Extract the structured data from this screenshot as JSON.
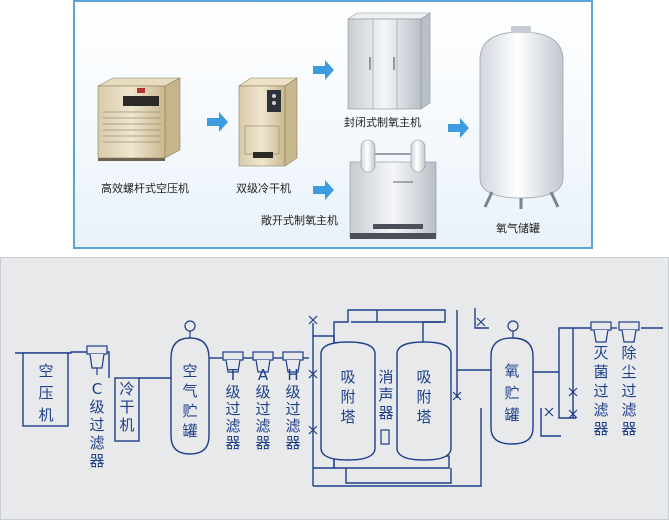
{
  "top": {
    "equipment": [
      {
        "key": "compressor",
        "label": "高效螺杆式空压机"
      },
      {
        "key": "dryer",
        "label": "双级冷干机"
      },
      {
        "key": "closed_host",
        "label": "封闭式制氧主机"
      },
      {
        "key": "open_host",
        "label": "敞开式制氧主机"
      },
      {
        "key": "tank",
        "label": "氧气储罐"
      }
    ]
  },
  "flow": {
    "stages": [
      {
        "key": "air_compressor",
        "text": "空压机"
      },
      {
        "key": "c_filter",
        "text": "C级过滤器"
      },
      {
        "key": "cold_dryer",
        "text": "冷干机"
      },
      {
        "key": "air_tank",
        "text": "空气贮罐"
      },
      {
        "key": "t_filter",
        "text": "T级过滤器"
      },
      {
        "key": "a_filter",
        "text": "A级过滤器"
      },
      {
        "key": "h_filter",
        "text": "H级过滤器"
      },
      {
        "key": "adsorb_1",
        "text": "吸附塔"
      },
      {
        "key": "muffler",
        "text": "消声器"
      },
      {
        "key": "adsorb_2",
        "text": "吸附塔"
      },
      {
        "key": "oxygen_tank",
        "text": "氧贮罐"
      },
      {
        "key": "sterile_filter",
        "text": "灭菌过滤器"
      },
      {
        "key": "dust_filter",
        "text": "除尘过滤器"
      }
    ]
  }
}
